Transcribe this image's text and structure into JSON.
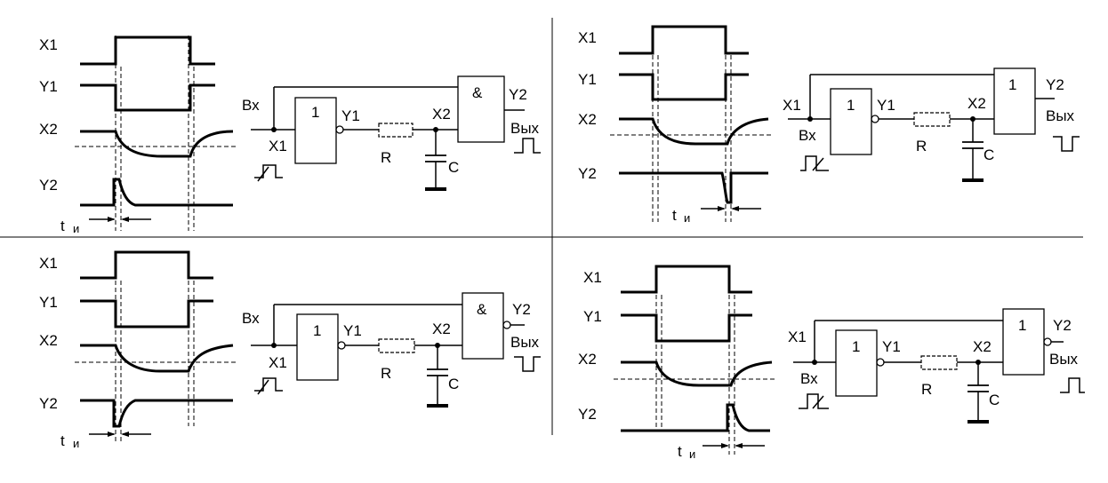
{
  "panels": [
    {
      "id": "tl",
      "signal_labels": [
        "X1",
        "Y1",
        "X2",
        "Y2"
      ],
      "pulse_label": "t",
      "pulse_sub": "и",
      "input_label": "Вх",
      "input_node_label": "X1",
      "inverter_label": "1",
      "inverter_out_label": "Y1",
      "resistor_label": "R",
      "node_label": "X2",
      "capacitor_label": "C",
      "gate_label": "&",
      "gate_out_label": "Y2",
      "output_label": "Вых"
    },
    {
      "id": "tr",
      "signal_labels": [
        "X1",
        "Y1",
        "X2",
        "Y2"
      ],
      "pulse_label": "t",
      "pulse_sub": "и",
      "input_label": "Вх",
      "input_node_label": "X1",
      "inverter_label": "1",
      "inverter_out_label": "Y1",
      "resistor_label": "R",
      "node_label": "X2",
      "capacitor_label": "C",
      "gate_label": "1",
      "gate_out_label": "Y2",
      "output_label": "Вых"
    },
    {
      "id": "bl",
      "signal_labels": [
        "X1",
        "Y1",
        "X2",
        "Y2"
      ],
      "pulse_label": "t",
      "pulse_sub": "и",
      "input_label": "Вх",
      "input_node_label": "X1",
      "inverter_label": "1",
      "inverter_out_label": "Y1",
      "resistor_label": "R",
      "node_label": "X2",
      "capacitor_label": "C",
      "gate_label": "&",
      "gate_out_label": "Y2",
      "output_label": "Вых"
    },
    {
      "id": "br",
      "signal_labels": [
        "X1",
        "Y1",
        "X2",
        "Y2"
      ],
      "pulse_label": "t",
      "pulse_sub": "и",
      "input_label": "Вх",
      "input_node_label": "X1",
      "inverter_label": "1",
      "inverter_out_label": "Y1",
      "resistor_label": "R",
      "node_label": "X2",
      "capacitor_label": "C",
      "gate_label": "1",
      "gate_out_label": "Y2",
      "output_label": "Вых"
    }
  ]
}
